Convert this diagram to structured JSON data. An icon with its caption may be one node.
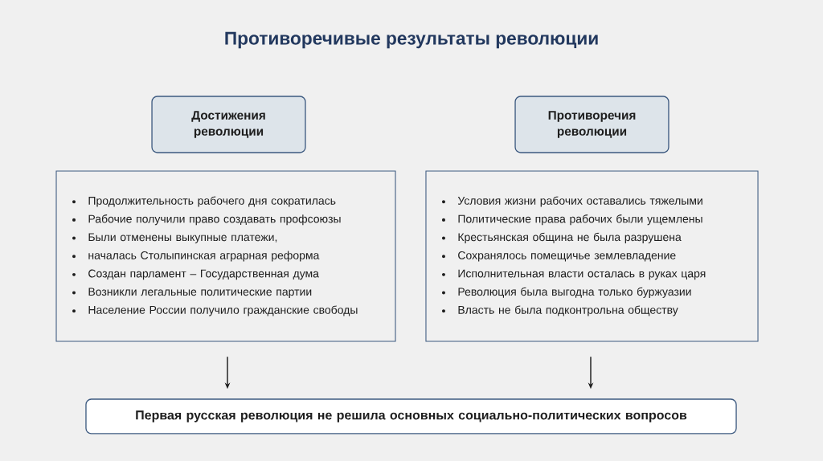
{
  "diagram": {
    "title": "Противоречивые результаты революции",
    "nodes": [
      {
        "text": [
          "Достижения революции"
        ]
      },
      {
        "text": [
          "Противоречия революции"
        ]
      },
      {
        "text": [
          "Продолжительность рабочего дня сократилась",
          "Рабочие получили право создавать профсоюзы",
          "Были отменены выкупные платежи,",
          "началась Столыпинская аграрная реформа",
          "Создан парламент – Государственная дума",
          "Возникли легальные политические партии",
          "Население России получило гражданские свободы"
        ]
      },
      {
        "text": [
          "Условия жизни рабочих оставались тяжелыми",
          "Политические права рабочих были ущемлены",
          "Крестьянская община не была разрушена",
          "Сохранялось помещичье землевладение",
          "Исполнительная власти осталась в руках царя",
          "Революция была выгодна только буржуазии",
          "Власть не была подконтрольна обществу"
        ]
      },
      {
        "text": [
          "Первая русская революция не решила основных социально-политических вопросов"
        ]
      }
    ],
    "edges": [
      {
        "from": 2,
        "to": 4,
        "arrow": "to"
      },
      {
        "from": 3,
        "to": 4,
        "arrow": "to"
      }
    ]
  }
}
